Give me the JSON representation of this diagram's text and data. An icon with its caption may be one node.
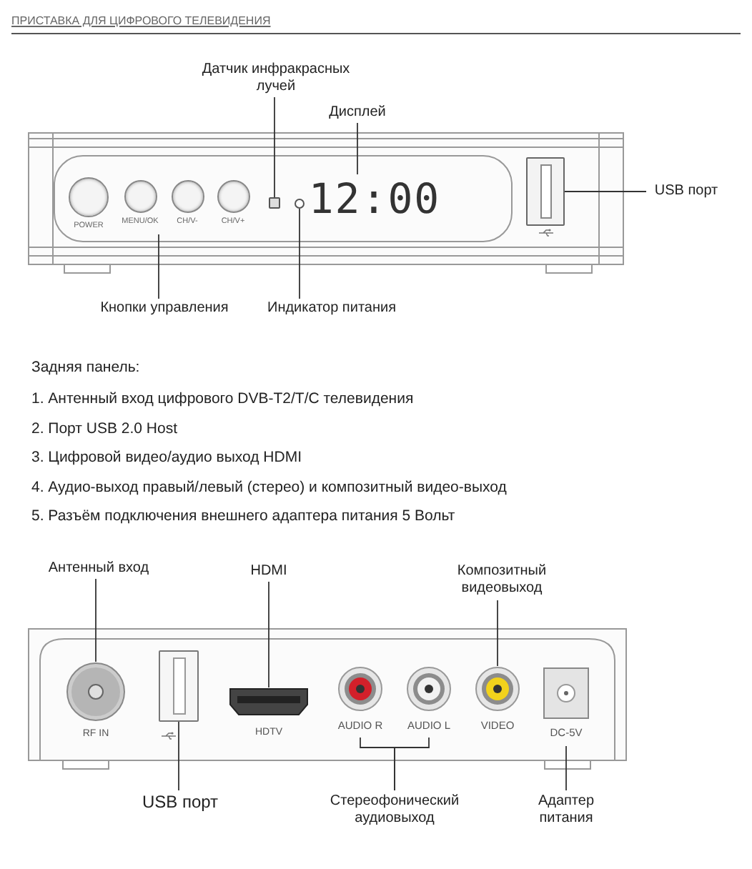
{
  "diagram": {
    "title": "ПРИСТАВКА ДЛЯ ЦИФРОВОГО ТЕЛЕВИДЕНИЯ",
    "nodes": [
      {
        "text": [
          "Датчик инфракрасных лучей"
        ]
      },
      {
        "text": [
          "Дисплей"
        ]
      },
      {
        "text": [],
        "shape": "box"
      },
      {
        "text": [
          "POWER"
        ]
      },
      {
        "text": [
          "MENU/OK"
        ]
      },
      {
        "text": [
          "CH/V-"
        ]
      },
      {
        "text": [
          "CH/V+"
        ]
      },
      {
        "text": [],
        "shape": "circle"
      },
      {
        "text": [
          "12:00"
        ]
      },
      {
        "text": [],
        "shape": "box"
      },
      {
        "text": [
          "USB порт"
        ]
      },
      {
        "text": [
          "Кнопки управления"
        ]
      },
      {
        "text": [
          "Индикатор питания"
        ]
      },
      {
        "text": [
          "Антенный вход"
        ]
      },
      {
        "text": [
          "HDMI"
        ]
      },
      {
        "text": [
          "Композитный видеовыход"
        ]
      },
      {
        "text": [
          "RF IN"
        ]
      },
      {
        "text": [],
        "shape": "box"
      },
      {
        "text": [
          "HDTV"
        ]
      },
      {
        "text": [
          "AUDIO R"
        ]
      },
      {
        "text": [
          "AUDIO L"
        ]
      },
      {
        "text": [
          "VIDEO"
        ]
      },
      {
        "text": [
          "DC-5V"
        ]
      },
      {
        "text": [
          "USB порт"
        ]
      },
      {
        "text": [
          "Стереофонический аудиовыход"
        ]
      },
      {
        "text": [
          "Адаптер питания"
        ]
      }
    ],
    "edges": [
      {
        "from": 0,
        "to": 2,
        "arrow": "none"
      },
      {
        "from": 1,
        "to": 8,
        "arrow": "none"
      },
      {
        "from": 10,
        "to": 9,
        "arrow": "none"
      },
      {
        "from": 11,
        "to": 4,
        "arrow": "none"
      },
      {
        "from": 12,
        "to": 7,
        "arrow": "none"
      },
      {
        "from": 13,
        "to": 16,
        "arrow": "none"
      },
      {
        "from": 14,
        "to": 18,
        "arrow": "none"
      },
      {
        "from": 15,
        "to": 21,
        "arrow": "none"
      },
      {
        "from": 23,
        "to": 17,
        "arrow": "none"
      },
      {
        "from": 24,
        "to": 19,
        "arrow": "none"
      },
      {
        "from": 24,
        "to": 20,
        "arrow": "none"
      },
      {
        "from": 25,
        "to": 22,
        "arrow": "none"
      }
    ],
    "labels": [
      "Задняя панель:",
      "1. Антенный вход цифрового DVB-T2/T/C телевидения",
      "2. Порт USB 2.0 Host",
      "3. Цифровой видео/аудио выход HDMI",
      "4. Аудио-выход правый/левый (стерео) и композитный видео-выход",
      "5. Разъём подключения внешнего адаптера питания 5 Вольт"
    ]
  }
}
